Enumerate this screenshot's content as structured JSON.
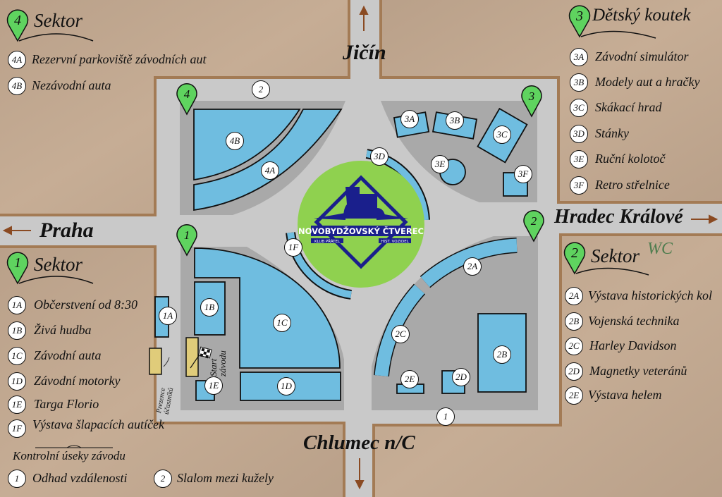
{
  "roads": {
    "north": "Jičín",
    "west": "Praha",
    "east": "Hradec Králové",
    "south": "Chlumec n/C"
  },
  "logo": {
    "name": "NOVOBYDŽOVSKÝ ČTVEREC",
    "left": "KLUB PŘÁTEL",
    "right": "HIST. VOZIDEL"
  },
  "sector4": {
    "num": "4",
    "title": "Sektor",
    "items": [
      {
        "code": "4A",
        "label": "Rezervní parkoviště závodních aut"
      },
      {
        "code": "4B",
        "label": "Nezávodní auta"
      }
    ]
  },
  "sector3": {
    "num": "3",
    "title": "Dětský koutek",
    "items": [
      {
        "code": "3A",
        "label": "Závodní simulátor"
      },
      {
        "code": "3B",
        "label": "Modely aut a hračky"
      },
      {
        "code": "3C",
        "label": "Skákací hrad"
      },
      {
        "code": "3D",
        "label": "Stánky"
      },
      {
        "code": "3E",
        "label": "Ruční kolotoč"
      },
      {
        "code": "3F",
        "label": "Retro střelnice"
      }
    ]
  },
  "sector1": {
    "num": "1",
    "title": "Sektor",
    "items": [
      {
        "code": "1A",
        "label": "Občerstvení od 8:30"
      },
      {
        "code": "1B",
        "label": "Živá hudba"
      },
      {
        "code": "1C",
        "label": "Závodní auta"
      },
      {
        "code": "1D",
        "label": "Závodní motorky"
      },
      {
        "code": "1E",
        "label": "Targa Florio"
      },
      {
        "code": "1F",
        "label": "Výstava šlapacích autíček"
      }
    ]
  },
  "sector2": {
    "num": "2",
    "title": "Sektor",
    "wc": "WC",
    "items": [
      {
        "code": "2A",
        "label": "Výstava historických kol"
      },
      {
        "code": "2B",
        "label": "Vojenská technika"
      },
      {
        "code": "2C",
        "label": "Harley Davidson"
      },
      {
        "code": "2D",
        "label": "Magnetky veteránů"
      },
      {
        "code": "2E",
        "label": "Výstava helem"
      }
    ]
  },
  "checkpoints": {
    "title": "Kontrolní úseky závodu",
    "items": [
      {
        "num": "1",
        "label": "Odhad vzdálenosti"
      },
      {
        "num": "2",
        "label": "Slalom mezi kužely"
      }
    ]
  },
  "start": {
    "line1": "Start",
    "line2": "závodu"
  },
  "registration": {
    "line1": "Prezence",
    "line2": "účastníků"
  },
  "colors": {
    "ground": "#c4ab92",
    "road": "#c9c9c9",
    "zone": "#a9a9a9",
    "booth": "#6fbde0",
    "pin": "#5fd35f",
    "center": "#8fd14f",
    "logo": "#1a1f8c",
    "wc": "#4f7d4f",
    "yellow": "#e0cc7a"
  }
}
